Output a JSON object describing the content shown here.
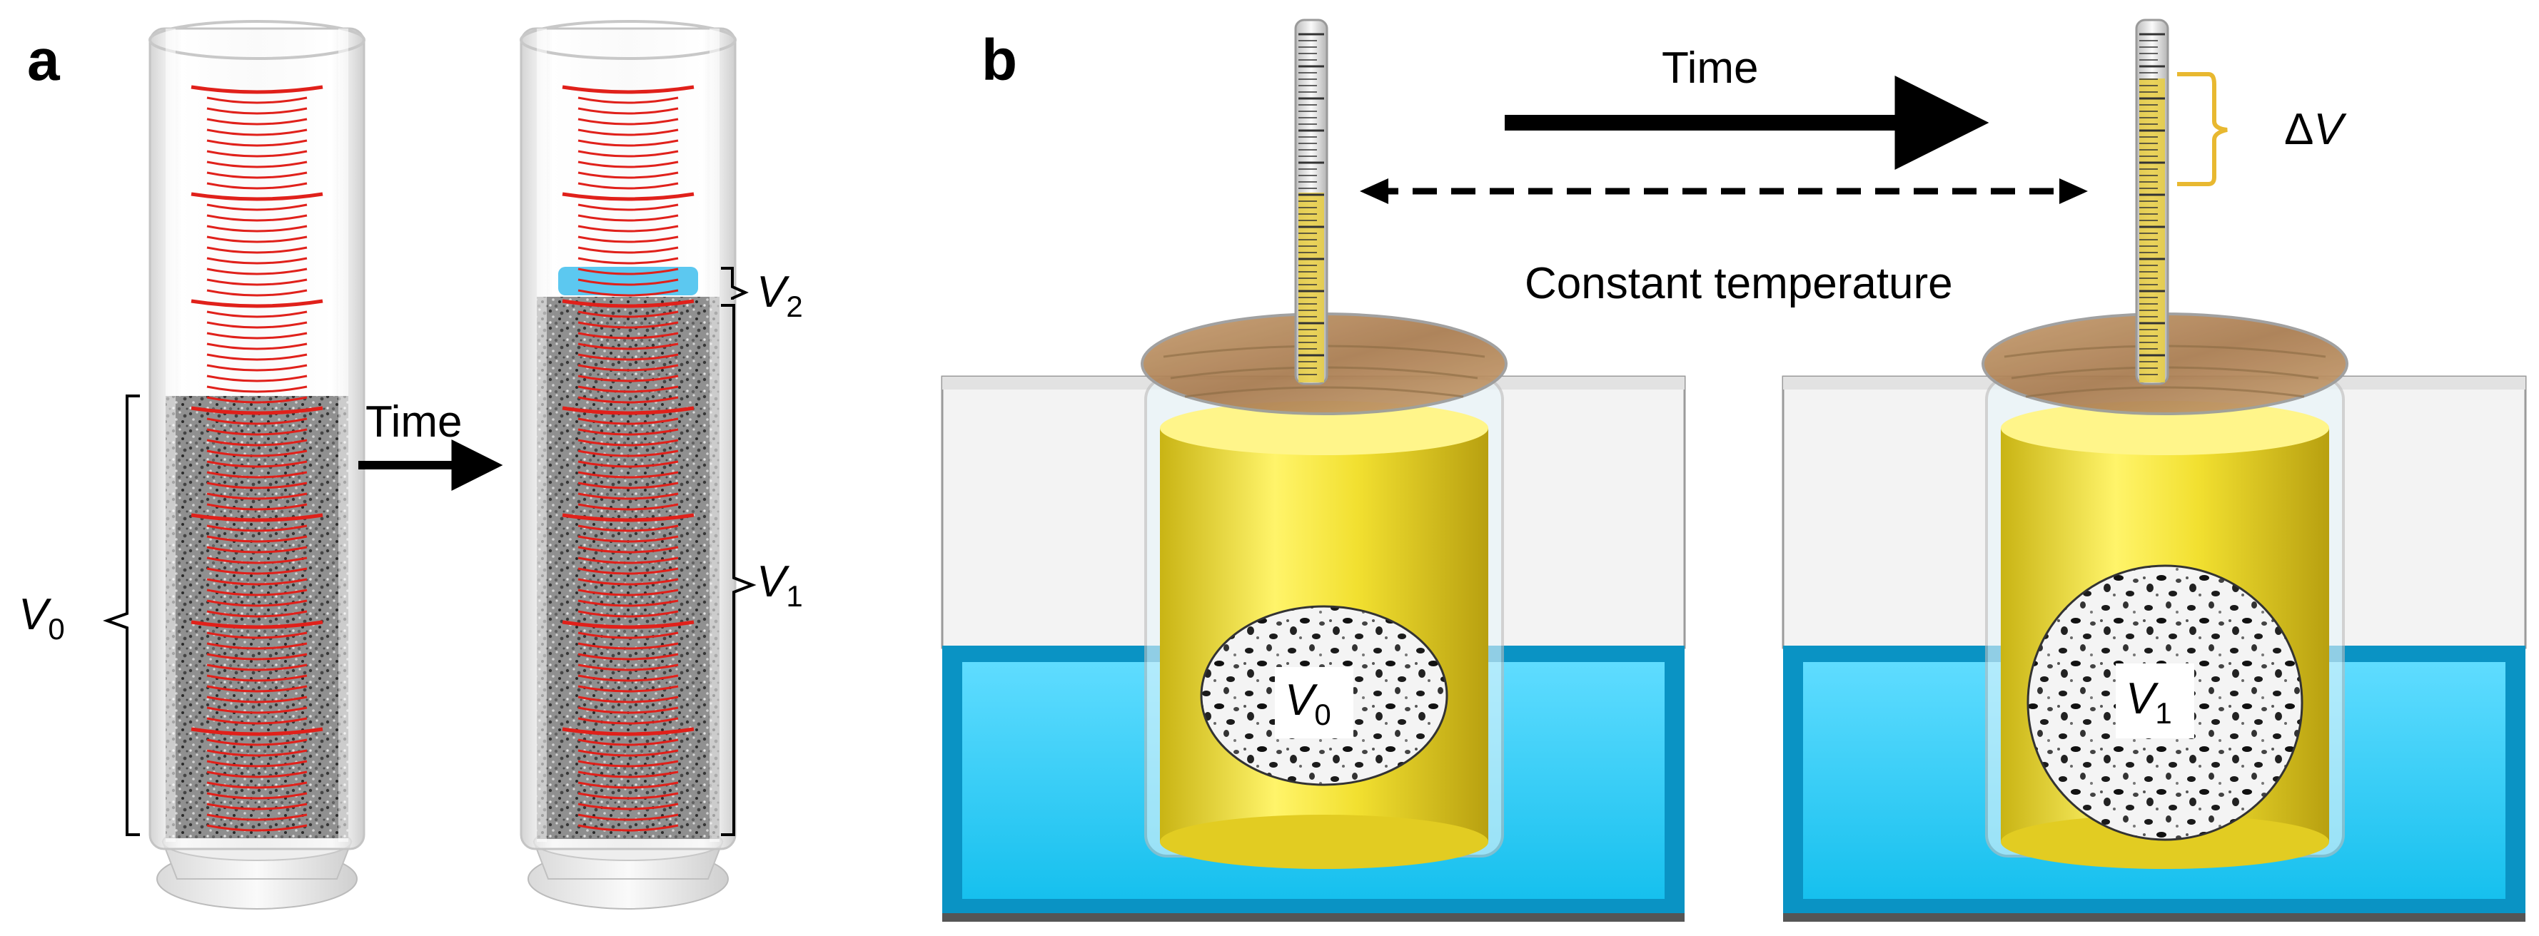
{
  "panel_a": {
    "letter": "a",
    "time_label": "Time",
    "v0": {
      "symbol": "V",
      "subscript": "0"
    },
    "v1": {
      "symbol": "V",
      "subscript": "1"
    },
    "v2": {
      "symbol": "V",
      "subscript": "2"
    }
  },
  "panel_b": {
    "letter": "b",
    "time_label": "Time",
    "constant_temperature_label": "Constant temperature",
    "delta_v": {
      "delta": "Δ",
      "symbol": "V"
    },
    "left_sample": {
      "symbol": "V",
      "subscript": "0"
    },
    "right_sample": {
      "symbol": "V",
      "subscript": "1"
    }
  },
  "colors": {
    "graduation_red": "#e0201a",
    "water_blue": "#1ec8f0",
    "water_blue_dark": "#0a93c4",
    "oil_yellow": "#f2e030",
    "separated_layer": "#5cc8f0",
    "brace_gold": "#e8b830",
    "wood_lid": "#b98a5a"
  }
}
